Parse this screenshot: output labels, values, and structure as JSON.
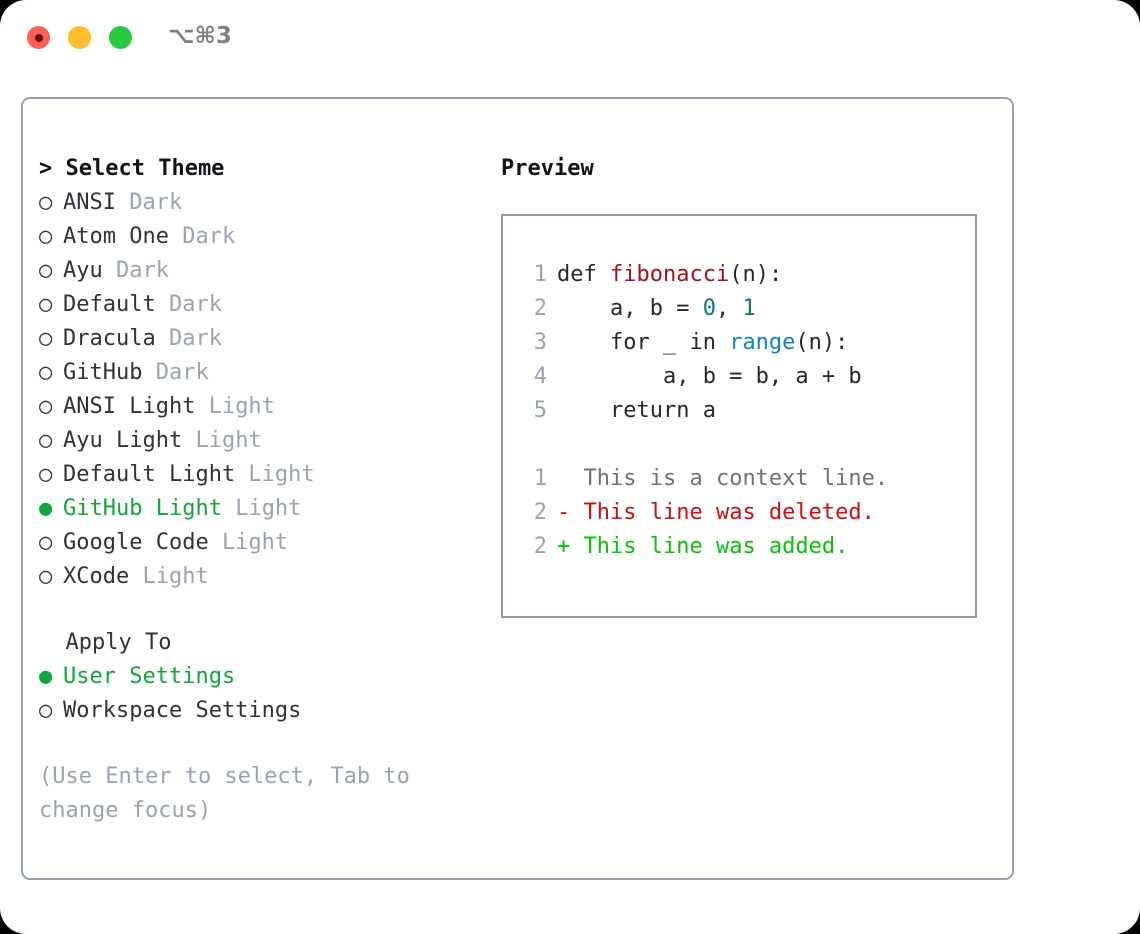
{
  "titlebar": {
    "shortcut": "⌥⌘3",
    "lights": [
      {
        "name": "close",
        "color": "#fe5f57"
      },
      {
        "name": "minimize",
        "color": "#febc2e"
      },
      {
        "name": "zoom",
        "color": "#28c840"
      }
    ]
  },
  "theme_picker": {
    "heading": "> Select Theme",
    "items": [
      {
        "bullet": "○",
        "label": "ANSI",
        "suffix": "Dark",
        "selected": false
      },
      {
        "bullet": "○",
        "label": "Atom One",
        "suffix": "Dark",
        "selected": false
      },
      {
        "bullet": "○",
        "label": "Ayu",
        "suffix": "Dark",
        "selected": false
      },
      {
        "bullet": "○",
        "label": "Default",
        "suffix": "Dark",
        "selected": false
      },
      {
        "bullet": "○",
        "label": "Dracula",
        "suffix": "Dark",
        "selected": false
      },
      {
        "bullet": "○",
        "label": "GitHub",
        "suffix": "Dark",
        "selected": false
      },
      {
        "bullet": "○",
        "label": "ANSI Light",
        "suffix": "Light",
        "selected": false
      },
      {
        "bullet": "○",
        "label": "Ayu Light",
        "suffix": "Light",
        "selected": false
      },
      {
        "bullet": "○",
        "label": "Default Light",
        "suffix": "Light",
        "selected": false
      },
      {
        "bullet": "●",
        "label": "GitHub Light",
        "suffix": "Light",
        "selected": true
      },
      {
        "bullet": "○",
        "label": "Google Code",
        "suffix": "Light",
        "selected": false
      },
      {
        "bullet": "○",
        "label": "XCode",
        "suffix": "Light",
        "selected": false
      }
    ]
  },
  "apply_to": {
    "heading": "Apply To",
    "items": [
      {
        "bullet": "●",
        "label": "User Settings",
        "selected": true
      },
      {
        "bullet": "○",
        "label": "Workspace Settings",
        "selected": false
      }
    ]
  },
  "hint": "(Use Enter to select, Tab to change focus)",
  "preview": {
    "title": "Preview",
    "code_lines": [
      {
        "num": "1",
        "tokens": [
          {
            "t": "def ",
            "c": "plain"
          },
          {
            "t": "fibonacci",
            "c": "fn"
          },
          {
            "t": "(n):",
            "c": "plain"
          }
        ]
      },
      {
        "num": "2",
        "tokens": [
          {
            "t": "    a, b = ",
            "c": "plain"
          },
          {
            "t": "0",
            "c": "num"
          },
          {
            "t": ", ",
            "c": "plain"
          },
          {
            "t": "1",
            "c": "num"
          }
        ]
      },
      {
        "num": "3",
        "tokens": [
          {
            "t": "    for _ in ",
            "c": "plain"
          },
          {
            "t": "range",
            "c": "bi"
          },
          {
            "t": "(n):",
            "c": "plain"
          }
        ]
      },
      {
        "num": "4",
        "tokens": [
          {
            "t": "        a, b = b, a + b",
            "c": "plain"
          }
        ]
      },
      {
        "num": "5",
        "tokens": [
          {
            "t": "    return a",
            "c": "plain"
          }
        ]
      }
    ],
    "diff_lines": [
      {
        "num": "1",
        "marker": "  ",
        "text": "This is a context line.",
        "kind": "ctx"
      },
      {
        "num": "2",
        "marker": "- ",
        "text": "This line was deleted.",
        "kind": "del"
      },
      {
        "num": "2",
        "marker": "+ ",
        "text": "This line was added.",
        "kind": "add"
      }
    ]
  },
  "colors": {
    "accent_green": "#13a53c",
    "muted": "#9aa3b0",
    "border": "#94a0ae",
    "diff_add": "#06c306",
    "diff_del": "#cc1010",
    "token_fn": "#a0121f",
    "token_num": "#0d7777",
    "token_builtin": "#1184c4"
  }
}
